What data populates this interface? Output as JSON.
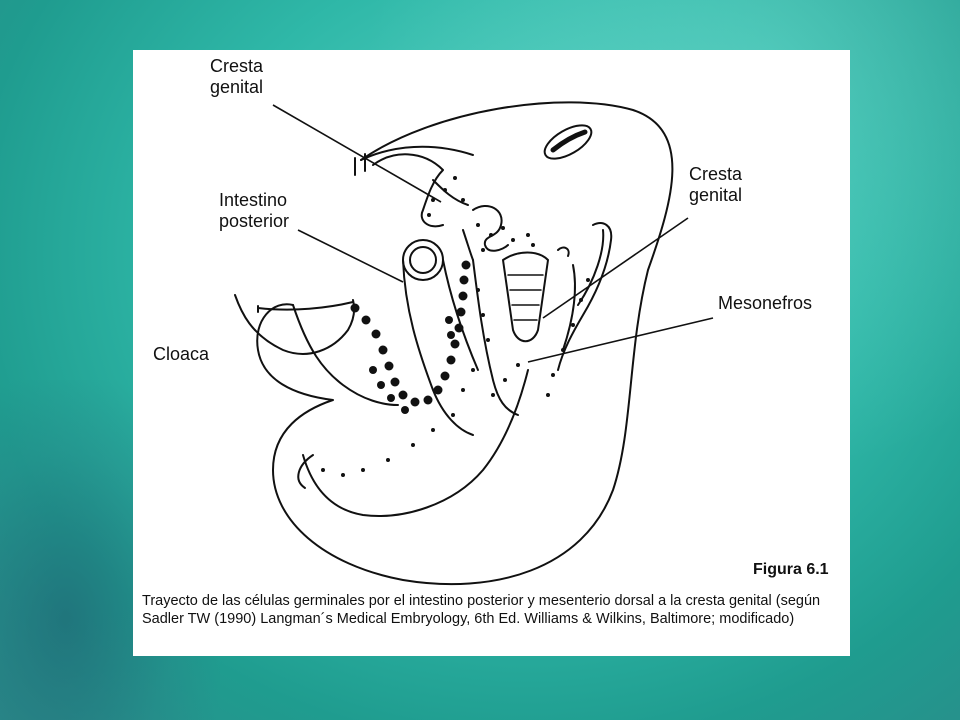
{
  "labels": {
    "cresta_genital_top": "Cresta genital",
    "intestino_posterior": "Intestino posterior",
    "cresta_genital_right": "Cresta genital",
    "mesonefros": "Mesonefros",
    "cloaca": "Cloaca"
  },
  "figure_title": "Figura 6.1",
  "caption": "Trayecto de las células germinales por el intestino posterior y mesenterio dorsal a la cresta genital (según Sadler TW (1990) Langman´s Medical Embryology, 6th Ed. Williams & Wilkins, Baltimore; modificado)",
  "colors": {
    "background": "#2fb8a8",
    "panel": "#ffffff",
    "ink": "#111111"
  }
}
